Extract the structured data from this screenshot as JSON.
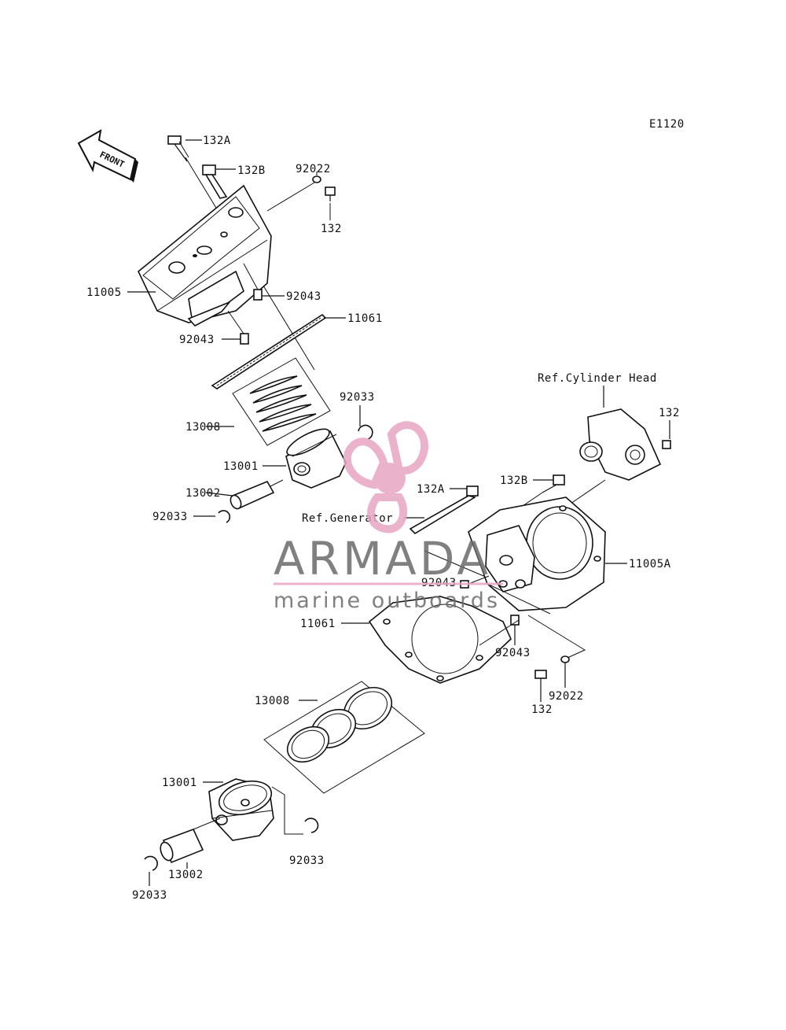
{
  "diagram_code": "E1120",
  "front_arrow_label": "FRONT",
  "watermark": {
    "brand": "ARMADA",
    "tagline": "marine outboards",
    "accent_color": "#e8a6c3",
    "gray_color": "#6b6b6b"
  },
  "labels": {
    "p132A_top": "132A",
    "p132B_top": "132B",
    "p92022_top": "92022",
    "p132_top": "132",
    "p11005": "11005",
    "p92043_upper_right": "92043",
    "p11061_upper": "11061",
    "p92043_upper_left": "92043",
    "p13008_upper": "13008",
    "p92033_upper_right": "92033",
    "p13001_upper": "13001",
    "p13002_upper": "13002",
    "p92033_upper_left": "92033",
    "ref_cylinder_head": "Ref.Cylinder Head",
    "p132_right": "132",
    "p132A_mid": "132A",
    "p132B_mid": "132B",
    "ref_generator": "Ref.Generator",
    "p11005A": "11005A",
    "p92043_mid_left": "92043",
    "p11061_lower": "11061",
    "p92043_mid_right": "92043",
    "p92022_lower": "92022",
    "p132_lower": "132",
    "p13008_lower": "13008",
    "p13001_lower": "13001",
    "p92033_lower_right": "92033",
    "p13002_lower": "13002",
    "p92033_lower_left": "92033"
  }
}
